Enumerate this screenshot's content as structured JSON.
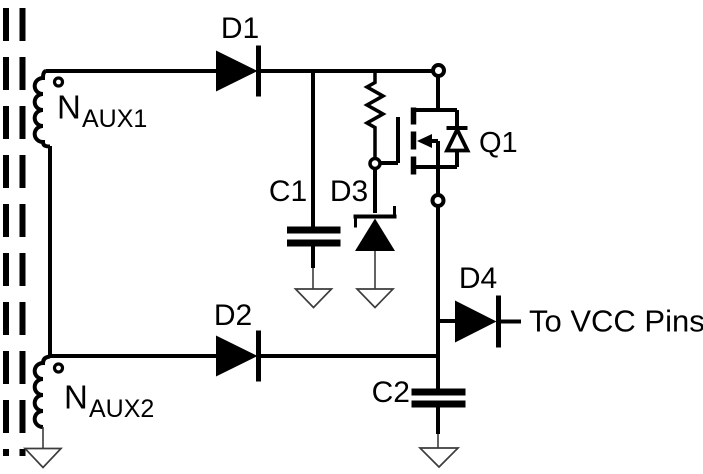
{
  "diagram": {
    "type": "circuit-schematic",
    "background": "#ffffff",
    "line_color": "#000000",
    "labels": {
      "d1": "D1",
      "d2": "D2",
      "d3": "D3",
      "d4": "D4",
      "c1": "C1",
      "c2": "C2",
      "q1": "Q1",
      "naux1_main": "N",
      "naux1_sub": "AUX1",
      "naux2_main": "N",
      "naux2_sub": "AUX2",
      "output": "To VCC Pins"
    },
    "components": [
      {
        "id": "NAUX1",
        "type": "transformer-auxiliary-winding",
        "polarity_dot": "top"
      },
      {
        "id": "NAUX2",
        "type": "transformer-auxiliary-winding",
        "polarity_dot": "top"
      },
      {
        "id": "D1",
        "type": "diode",
        "orientation": "right"
      },
      {
        "id": "D2",
        "type": "diode",
        "orientation": "right"
      },
      {
        "id": "D3",
        "type": "zener-diode",
        "orientation": "cathode-up"
      },
      {
        "id": "D4",
        "type": "diode",
        "orientation": "right"
      },
      {
        "id": "C1",
        "type": "capacitor-to-ground"
      },
      {
        "id": "C2",
        "type": "capacitor-to-ground"
      },
      {
        "id": "Q1",
        "type": "n-channel-mosfet-with-body-diode"
      },
      {
        "id": "R1",
        "type": "resistor-unlabeled"
      }
    ],
    "grounds": 4,
    "core": {
      "style": "dashed-double-line",
      "side": "left"
    }
  }
}
